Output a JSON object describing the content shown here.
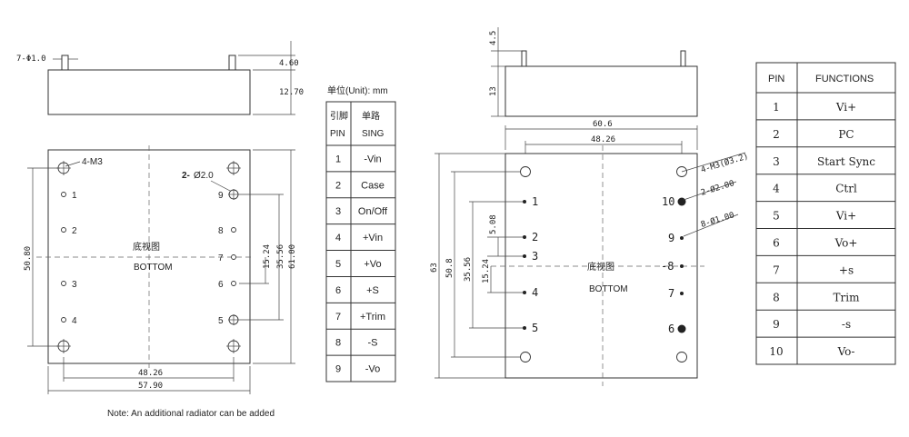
{
  "left_drawing": {
    "pin_dia_note": "7-Φ1.0",
    "dim_pin_height": "4.60",
    "dim_body_height": "12.70",
    "mount_note": "4-M3",
    "hole_note_prefix": "2-",
    "hole_note": "Ø2.0",
    "view_label_cn": "底视图",
    "view_label_en": "BOTTOM",
    "dim_height": "50.80",
    "dim_15": "15.24",
    "dim_35": "35.56",
    "dim_61": "61.00",
    "dim_inner_width": "48.26",
    "dim_outer_width": "57.90",
    "pins_left": [
      "1",
      "2",
      "3",
      "4"
    ],
    "pins_right": [
      "9",
      "8",
      "7",
      "6",
      "5"
    ],
    "note": "Note: An additional radiator can be added"
  },
  "table1": {
    "unit_note": "单位(Unit): mm",
    "head_cn": [
      "引脚",
      "单路"
    ],
    "head_en": [
      "PIN",
      "SING"
    ],
    "rows": [
      [
        "1",
        "-Vin"
      ],
      [
        "2",
        "Case"
      ],
      [
        "3",
        "On/Off"
      ],
      [
        "4",
        "+Vin"
      ],
      [
        "5",
        "+Vo"
      ],
      [
        "6",
        "+S"
      ],
      [
        "7",
        "+Trim"
      ],
      [
        "8",
        "-S"
      ],
      [
        "9",
        "-Vo"
      ]
    ]
  },
  "right_drawing": {
    "dim_pin_height": "4.5",
    "dim_body_height": "13",
    "dim_outer_width": "60.6",
    "dim_inner_width": "48.26",
    "dim_height": "63",
    "dim_50": "50.8",
    "dim_35": "35.56",
    "dim_15": "15.24",
    "dim_5": "5.08",
    "mount_note": "4-M3(Ø3.2)",
    "pin_note_a": "2-Ø2.00",
    "pin_note_b": "8-Ø1.00",
    "view_label_cn": "底视图",
    "view_label_en": "BOTTOM",
    "pins_left": [
      "1",
      "2",
      "3",
      "4",
      "5"
    ],
    "pins_right": [
      "10",
      "9",
      "-8",
      "7",
      "6"
    ]
  },
  "table2": {
    "head": [
      "PIN",
      "FUNCTIONS"
    ],
    "rows": [
      [
        "1",
        "Vi+"
      ],
      [
        "2",
        "PC"
      ],
      [
        "3",
        "Start Sync"
      ],
      [
        "4",
        "Ctrl"
      ],
      [
        "5",
        "Vi+"
      ],
      [
        "6",
        "Vo+"
      ],
      [
        "7",
        "+s"
      ],
      [
        "8",
        "Trim"
      ],
      [
        "9",
        "-s"
      ],
      [
        "10",
        "Vo-"
      ]
    ]
  }
}
